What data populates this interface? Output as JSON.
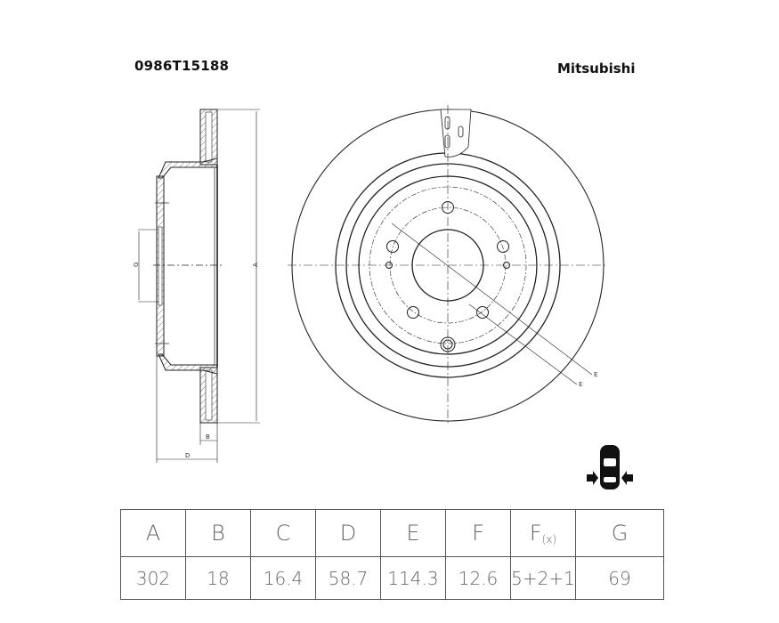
{
  "header": {
    "part_number": "0986T15188",
    "brand": "Mitsubishi"
  },
  "drawing": {
    "section_view_labels": {
      "outer_diameter": "A",
      "thickness": "B",
      "height": "D",
      "center_bore": "G"
    },
    "front_view_labels": {
      "bolt_circle_1": "E",
      "bolt_circle_2": "E"
    },
    "axle_position_icon": "rear-axle-car-icon"
  },
  "spec_table": {
    "columns": [
      {
        "key": "A",
        "label": "A",
        "value": "302"
      },
      {
        "key": "B",
        "label": "B",
        "value": "18"
      },
      {
        "key": "C",
        "label": "C",
        "value": "16.4"
      },
      {
        "key": "D",
        "label": "D",
        "value": "58.7"
      },
      {
        "key": "E",
        "label": "E",
        "value": "114.3"
      },
      {
        "key": "F",
        "label": "F",
        "value": "12.6"
      },
      {
        "key": "Fx",
        "label": "F",
        "label_sub": "(x)",
        "value": "5+2+1"
      },
      {
        "key": "G",
        "label": "G",
        "value": "69"
      }
    ]
  }
}
